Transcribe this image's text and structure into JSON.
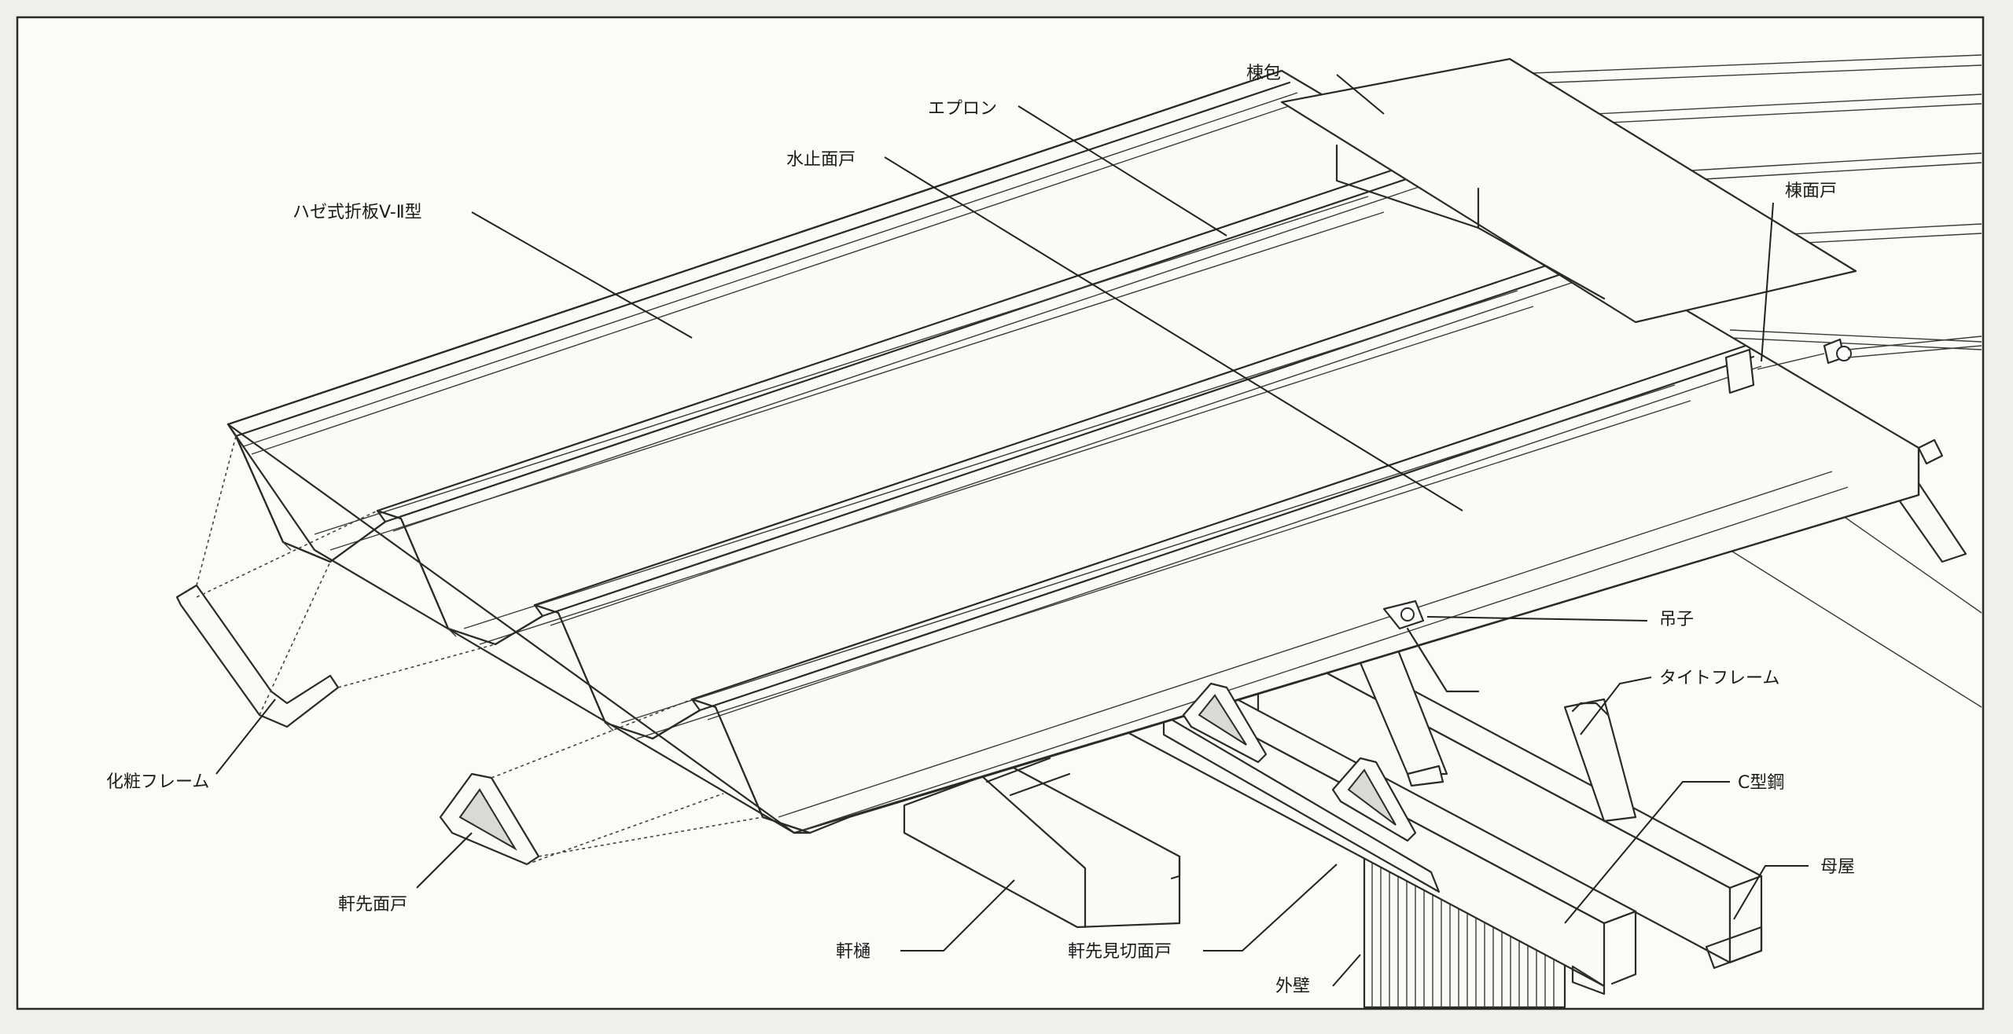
{
  "labels": {
    "hipcover": "棟包",
    "apron": "エプロン",
    "waterstop": "水止面戸",
    "panel": "ハゼ式折板V-Ⅱ型",
    "ridgeclosure": "棟面戸",
    "hanger": "吊子",
    "tightframe": "タイトフレーム",
    "cchannel": "C型鋼",
    "purlin": "母屋",
    "decoframe": "化粧フレーム",
    "eaveclosure": "軒先面戸",
    "gutter": "軒樋",
    "eaveedgeclosure": "軒先見切面戸",
    "wall": "外壁"
  },
  "colors": {
    "line": "#2a2a2a",
    "paper": "#fafaf7",
    "background": "#efefeb"
  }
}
